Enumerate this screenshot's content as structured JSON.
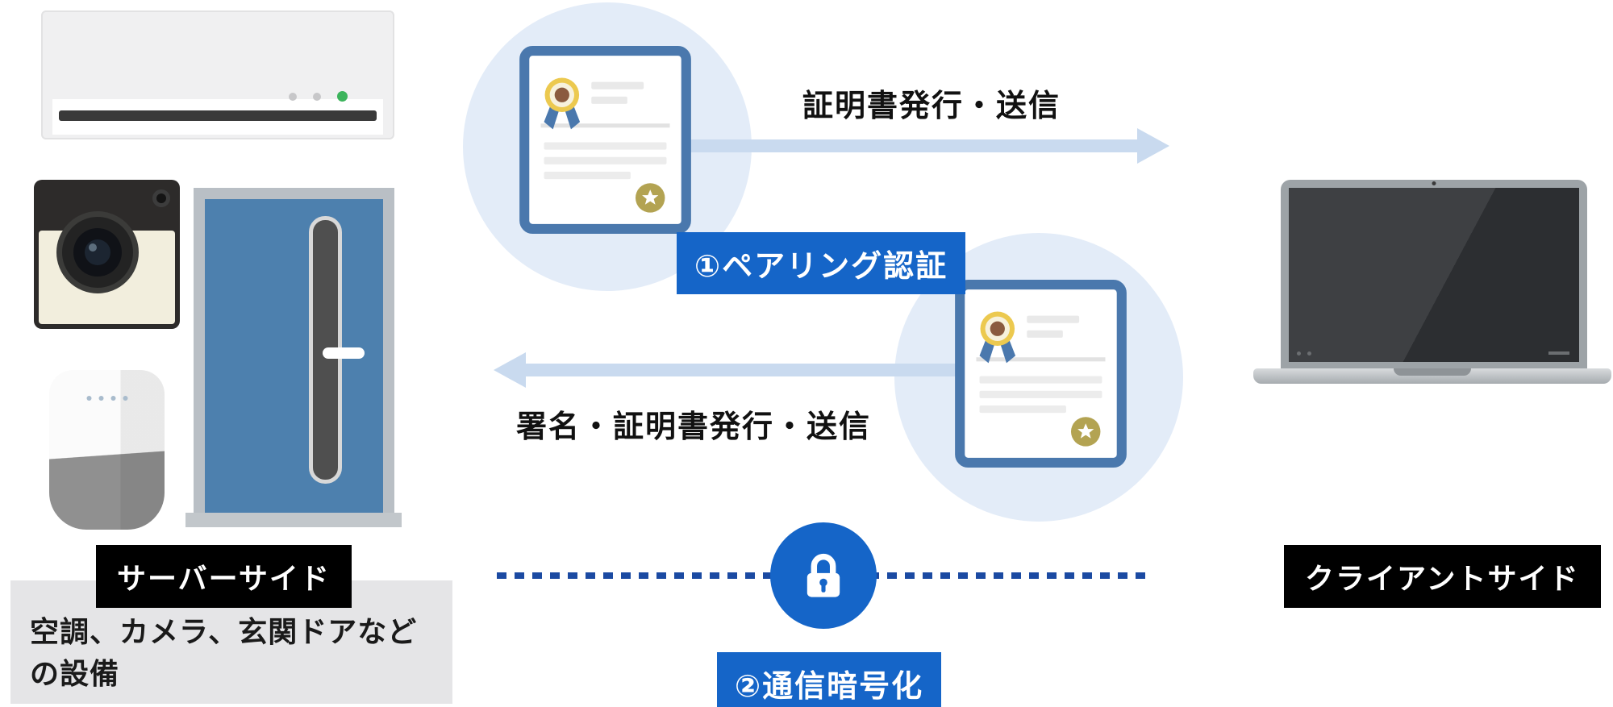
{
  "colors": {
    "badge-blue": "#1565c8",
    "cert-border": "#4a78ad",
    "halo-blue": "#e3ecf8",
    "arrow-blue": "#c9daef",
    "dotted-blue": "#1b4aa2",
    "label-bg": "#000000",
    "caption-bg": "#e5e5e7",
    "door-blue": "#4d80ae"
  },
  "server": {
    "label": "サーバーサイド",
    "caption": "空調、カメラ、玄関ドアなど\nの設備"
  },
  "client": {
    "label": "クライアントサイド"
  },
  "flow": {
    "issue_label": "証明書発行・送信",
    "sign_label": "署名・証明書発行・送信",
    "pairing_badge": "①ペアリング認証",
    "encryption_badge": "②通信暗号化"
  },
  "icons": {
    "air_conditioner": "air-conditioner-icon",
    "camera": "camera-icon",
    "door": "door-icon",
    "smart_speaker": "smart-speaker-icon",
    "certificate_top": "certificate-icon",
    "certificate_bottom": "certificate-icon",
    "lock": "lock-icon",
    "laptop": "laptop-icon"
  }
}
